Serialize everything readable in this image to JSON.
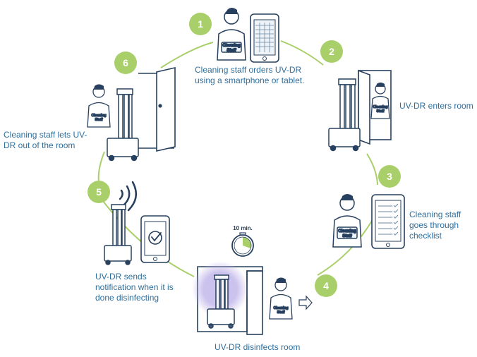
{
  "steps": [
    {
      "number": "1",
      "label": "Cleaning staff orders UV-DR using a smartphone or tablet."
    },
    {
      "number": "2",
      "label": "UV-DR enters room"
    },
    {
      "number": "3",
      "label": "Cleaning staff goes through checklist"
    },
    {
      "number": "4",
      "label": "UV-DR disinfects room"
    },
    {
      "number": "5",
      "label": "UV-DR sends notification when it is done disinfecting"
    },
    {
      "number": "6",
      "label": "Cleaning staff lets UV-DR out of the room"
    }
  ],
  "badge_text": "Cleaning Staff",
  "timer_label": "10 min.",
  "colors": {
    "badge_green": "#a9cf6a",
    "cycle_line": "#a9cf6a",
    "label_blue": "#2e6f9e",
    "outline": "#27405f",
    "uv_glow": "#b7a9e6"
  },
  "icons": [
    "person-icon",
    "smartphone-icon",
    "tablet-icon",
    "door-icon",
    "robot-icon",
    "checklist-icon",
    "timer-icon",
    "signal-icon",
    "checkmark-icon",
    "arrow-right-icon"
  ]
}
